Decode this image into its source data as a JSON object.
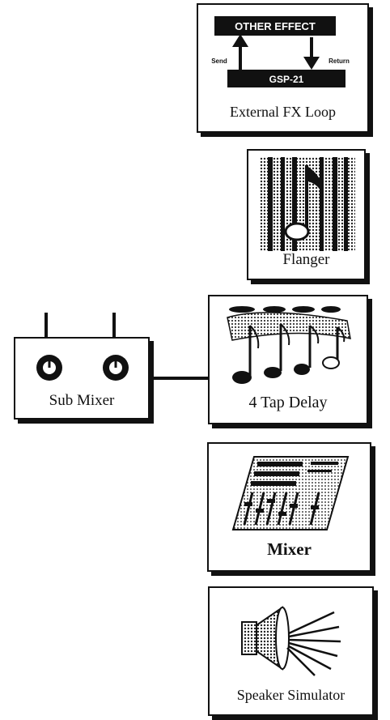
{
  "modules": {
    "external_fx_loop": {
      "label": "External FX Loop",
      "other_effect_label": "OTHER EFFECT",
      "send_label": "Send",
      "return_label": "Return",
      "unit_label": "GSP-21"
    },
    "flanger": {
      "label": "Flanger"
    },
    "four_tap_delay": {
      "label": "4 Tap Delay"
    },
    "mixer": {
      "label": "Mixer"
    },
    "speaker_simulator": {
      "label": "Speaker Simulator"
    },
    "sub_mixer": {
      "label": "Sub Mixer"
    }
  },
  "colors": {
    "ink": "#111111",
    "paper": "#ffffff",
    "halftone": "#8a8a8a"
  }
}
